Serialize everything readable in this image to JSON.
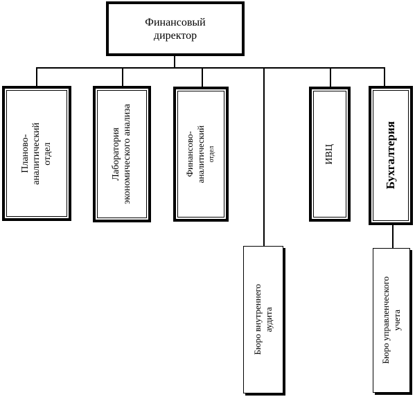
{
  "org_chart": {
    "root": {
      "line1": "Финансовый",
      "line2": "директор"
    },
    "units": {
      "planning": {
        "line1": "Планово-",
        "line2": "аналитический",
        "line3": "отдел"
      },
      "lab": {
        "line1": "Лаборатория",
        "line2": "экономического анализа"
      },
      "finance": {
        "line1": "Финансово-",
        "line2": "аналитический",
        "line3": "отдел"
      },
      "audit": {
        "line1": "Бюро внутреннего",
        "line2": "аудита"
      },
      "ivc": {
        "label": "ИВЦ"
      },
      "accounting": {
        "label": "Бухгалтерия"
      },
      "mgmt_accounting": {
        "line1": "Бюро управленческого",
        "line2": "учета"
      }
    }
  }
}
